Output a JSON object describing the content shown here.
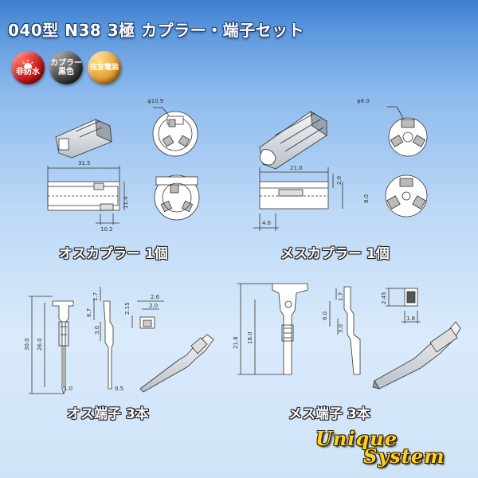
{
  "title": "040型 N38 3極 カプラー・端子セット",
  "badges": [
    {
      "line1": "非防水",
      "line2": "",
      "icon": "sun-icon",
      "color": "#c41616"
    },
    {
      "line1": "カプラー",
      "line2": "黒色",
      "icon": "",
      "color": "#3a3a3a"
    },
    {
      "line1": "住友電装",
      "line2": "",
      "icon": "",
      "color": "#e09a2a"
    }
  ],
  "captions": {
    "male_coupler": "オスカプラー 1個",
    "female_coupler": "メスカプラー 1個",
    "male_terminal": "オス端子 3本",
    "female_terminal": "メス端子 3本"
  },
  "dims": {
    "male_coupler": {
      "phi": "φ10.9",
      "length": "31.5",
      "height": "11.4",
      "foot": "10.2"
    },
    "female_coupler": {
      "phi": "φ8.0",
      "length": "21.0",
      "height_a": "2.0",
      "height_b": "8.0",
      "foot": "4.6"
    },
    "male_terminal": {
      "total": "30.0",
      "body": "26.0",
      "top": "1.7",
      "mid": "6.7",
      "lower": "3.0",
      "w1": "2.15",
      "w2": "2.6",
      "w3": "2.0",
      "tip": "1.0",
      "pin": "0.5"
    },
    "female_terminal": {
      "total": "21.8",
      "body": "18.0",
      "top": "1.7",
      "mid": "6.0",
      "lower": "3.0",
      "w1": "2.45",
      "w2": "1.8"
    }
  },
  "logo": {
    "line1": "Unique",
    "line2": "System"
  }
}
